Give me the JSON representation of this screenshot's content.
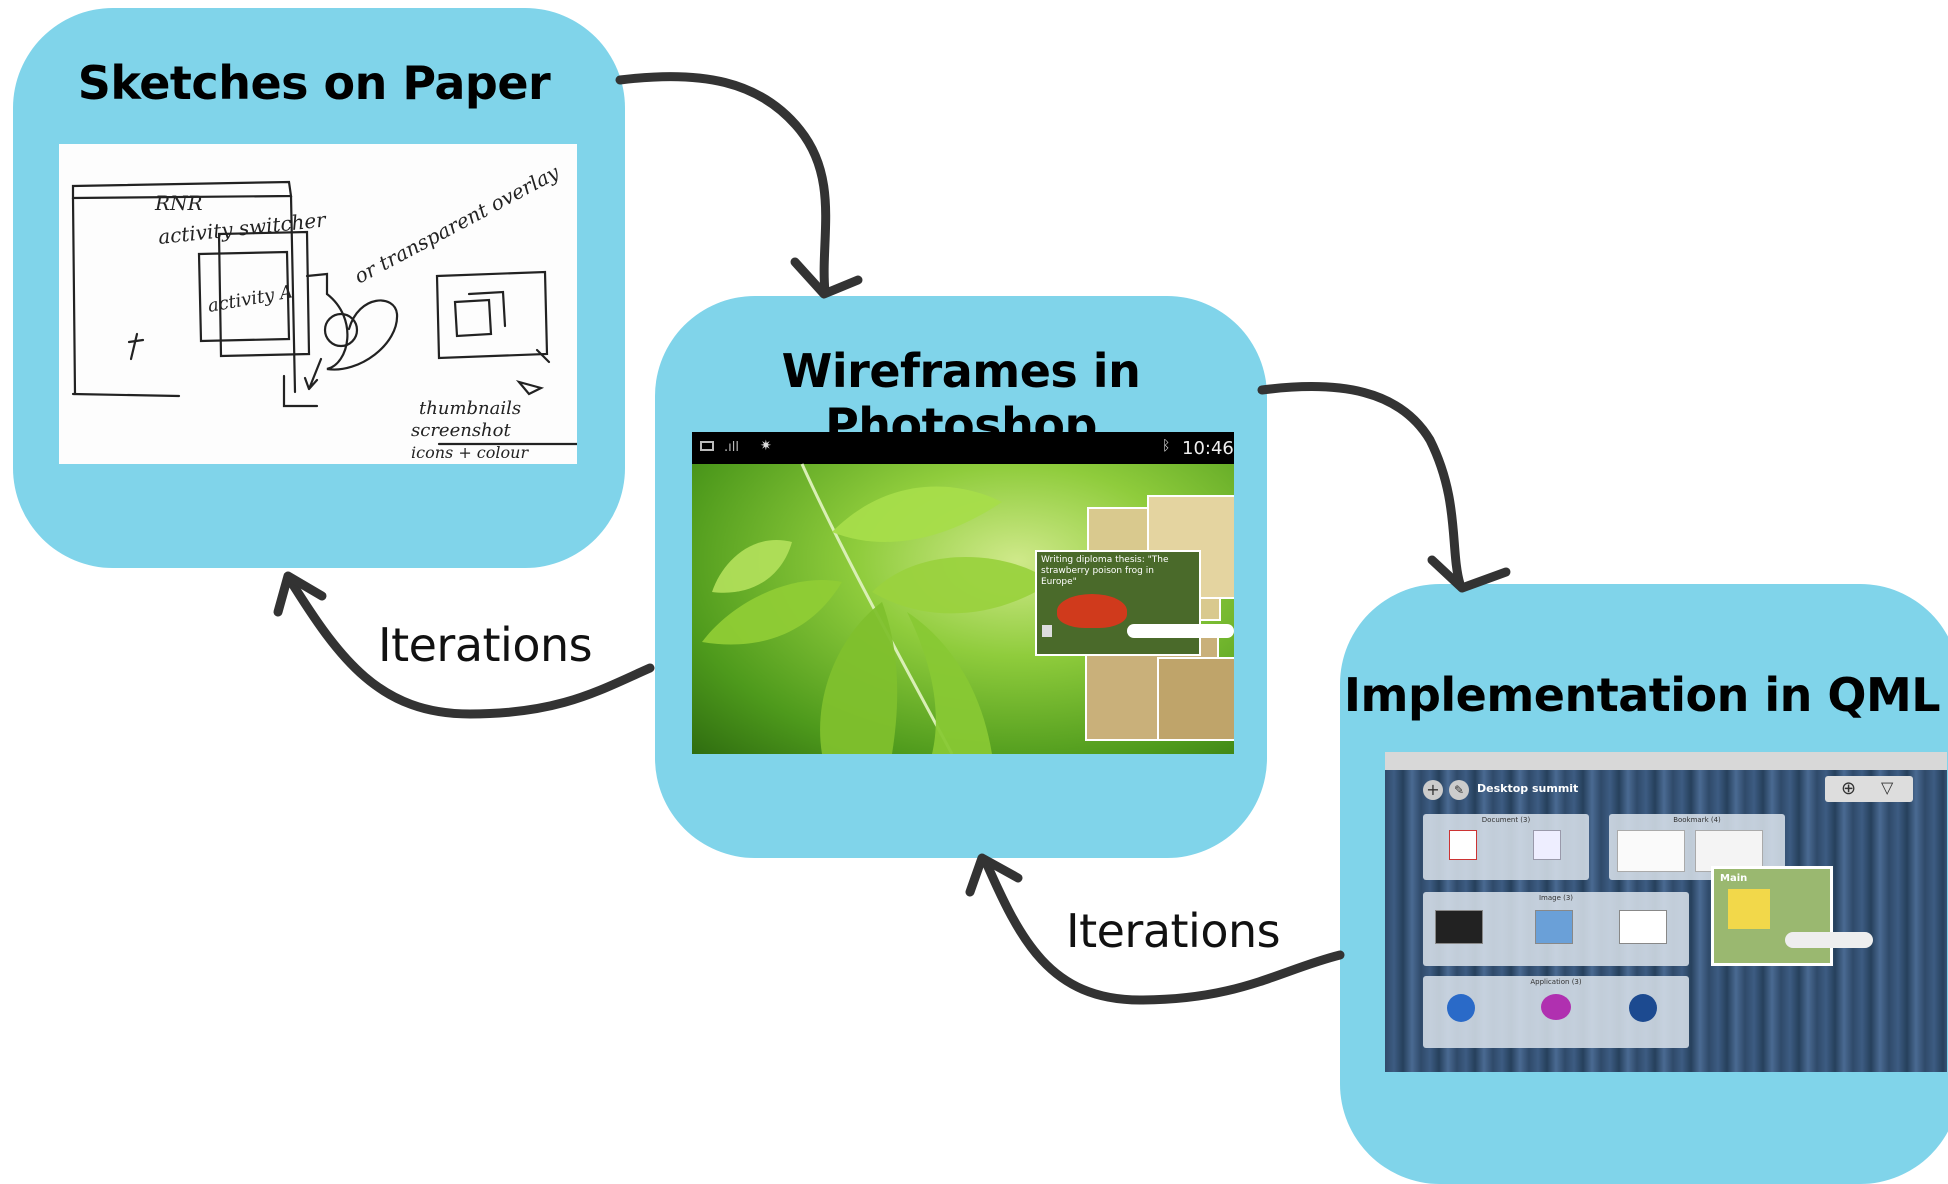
{
  "stages": [
    {
      "title": "Sketches on Paper"
    },
    {
      "title": "Wireframes in Photoshop"
    },
    {
      "title": "Implementation in QML"
    }
  ],
  "iteration_labels": [
    "Iterations",
    "Iterations"
  ],
  "sketch": {
    "header": "RNR",
    "notes": [
      "activity switcher",
      "or transparent overlay",
      "activity A",
      "thumbnails",
      "screenshot",
      "icons + colour"
    ]
  },
  "phone": {
    "time": "10:46",
    "card_text": "Writing diploma thesis: \"The strawberry poison frog in Europe\""
  },
  "desktop": {
    "activity": "Desktop summit",
    "groups": [
      "Document (3)",
      "Bookmark (4)",
      "Image (3)",
      "Application (3)"
    ],
    "main_label": "Main"
  }
}
